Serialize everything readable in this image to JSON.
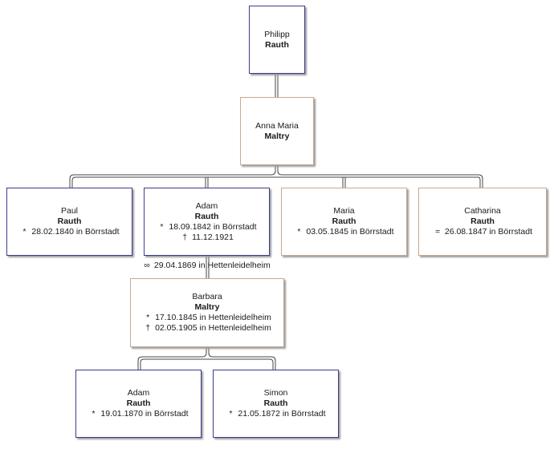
{
  "persons": {
    "philipp": {
      "given": "Philipp",
      "surname": "Rauth",
      "events": []
    },
    "anna_maria": {
      "given": "Anna Maria",
      "surname": "Maltry",
      "events": []
    },
    "paul": {
      "given": "Paul",
      "surname": "Rauth",
      "events": [
        {
          "symbol": "*",
          "text": "28.02.1840 in Börrstadt"
        }
      ]
    },
    "adam_sr": {
      "given": "Adam",
      "surname": "Rauth",
      "events": [
        {
          "symbol": "*",
          "text": "18.09.1842 in Börrstadt"
        },
        {
          "symbol": "†",
          "text": "11.12.1921"
        }
      ]
    },
    "maria": {
      "given": "Maria",
      "surname": "Rauth",
      "events": [
        {
          "symbol": "*",
          "text": "03.05.1845 in Börrstadt"
        }
      ]
    },
    "catharina": {
      "given": "Catharina",
      "surname": "Rauth",
      "events": [
        {
          "symbol": "≈",
          "text": "26.08.1847 in Börrstadt"
        }
      ]
    },
    "barbara": {
      "given": "Barbara",
      "surname": "Maltry",
      "events": [
        {
          "symbol": "*",
          "text": "17.10.1845 in Hettenleidelheim"
        },
        {
          "symbol": "†",
          "text": "02.05.1905 in Hettenleidelheim"
        }
      ]
    },
    "adam_jr": {
      "given": "Adam",
      "surname": "Rauth",
      "events": [
        {
          "symbol": "*",
          "text": "19.01.1870 in Börrstadt"
        }
      ]
    },
    "simon": {
      "given": "Simon",
      "surname": "Rauth",
      "events": [
        {
          "symbol": "*",
          "text": "21.05.1872 in Börrstadt"
        }
      ]
    }
  },
  "marriage": {
    "symbol": "∞",
    "text": "29.04.1869 in Hettenleidelheim"
  },
  "colors": {
    "male_border": "#3a3d8c",
    "female_border": "#c8a98e",
    "connector": "#444444"
  }
}
